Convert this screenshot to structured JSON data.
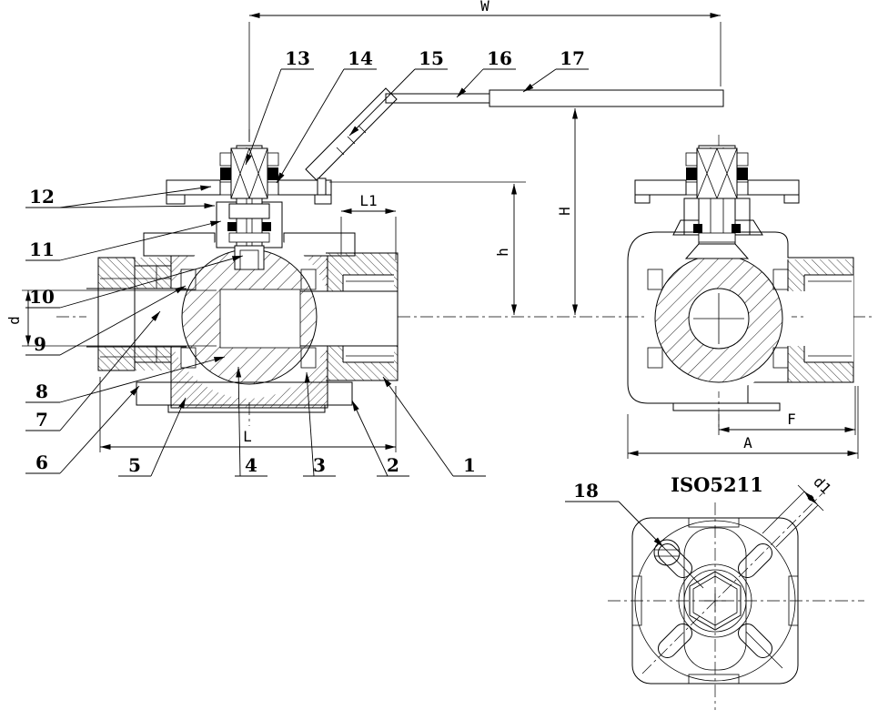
{
  "drawing": {
    "type": "technical-section-drawing",
    "subject": "three-way ball valve with lever handle, front section view, side section view and ISO5211 mounting pad bottom view",
    "colors": {
      "ink": "#000000",
      "paper": "#ffffff"
    },
    "callouts": [
      "1",
      "2",
      "3",
      "4",
      "5",
      "6",
      "7",
      "8",
      "9",
      "10",
      "11",
      "12",
      "13",
      "14",
      "15",
      "16",
      "17",
      "18"
    ],
    "dims": {
      "w": "W",
      "h_total": "H",
      "h_stem": "h",
      "l": "L",
      "l1": "L1",
      "d": "d",
      "f": "F",
      "a": "A",
      "d1": "d1"
    },
    "labels": {
      "mounting_standard": "ISO5211"
    }
  }
}
